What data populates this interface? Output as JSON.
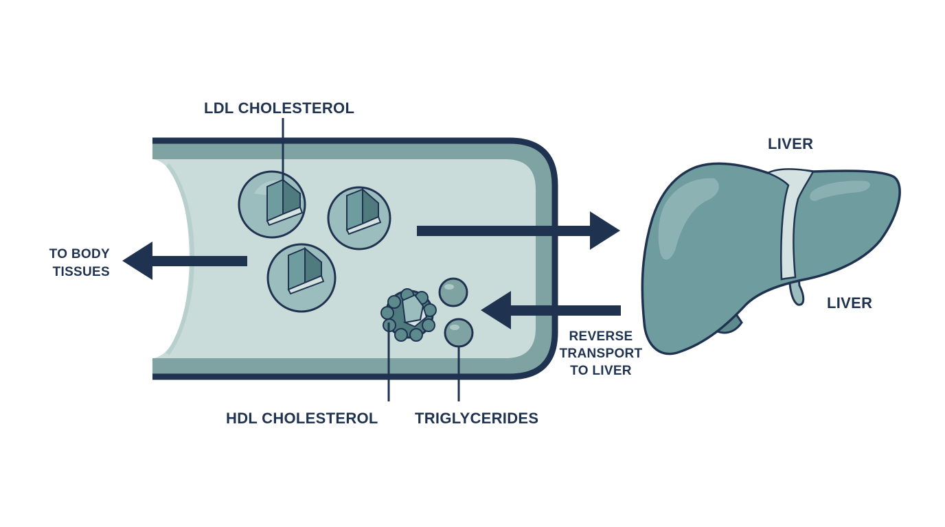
{
  "labels": {
    "ldl": "LDL CHOLESTEROL",
    "liver_top": "LIVER",
    "liver_side": "LIVER",
    "to_body_line1": "TO BODY",
    "to_body_line2": "TISSUES",
    "reverse_line1": "REVERSE",
    "reverse_line2": "TRANSPORT",
    "reverse_line3": "TO LIVER",
    "hdl": "HDL CHOLESTEROL",
    "triglycerides": "TRIGLYCERIDES"
  },
  "colors": {
    "navy": "#1f3350",
    "vessel_fill": "#c9dcda",
    "vessel_wall": "#7fa3a2",
    "particle": "#9cbdbd",
    "liver": "#6f9c9e",
    "liver_highlight": "#95b9b9"
  },
  "icons": {
    "ldl": "lipoprotein-sphere-icon",
    "hdl": "clustered-particle-icon",
    "triglyceride": "small-sphere-icon",
    "liver": "liver-organ-icon"
  }
}
